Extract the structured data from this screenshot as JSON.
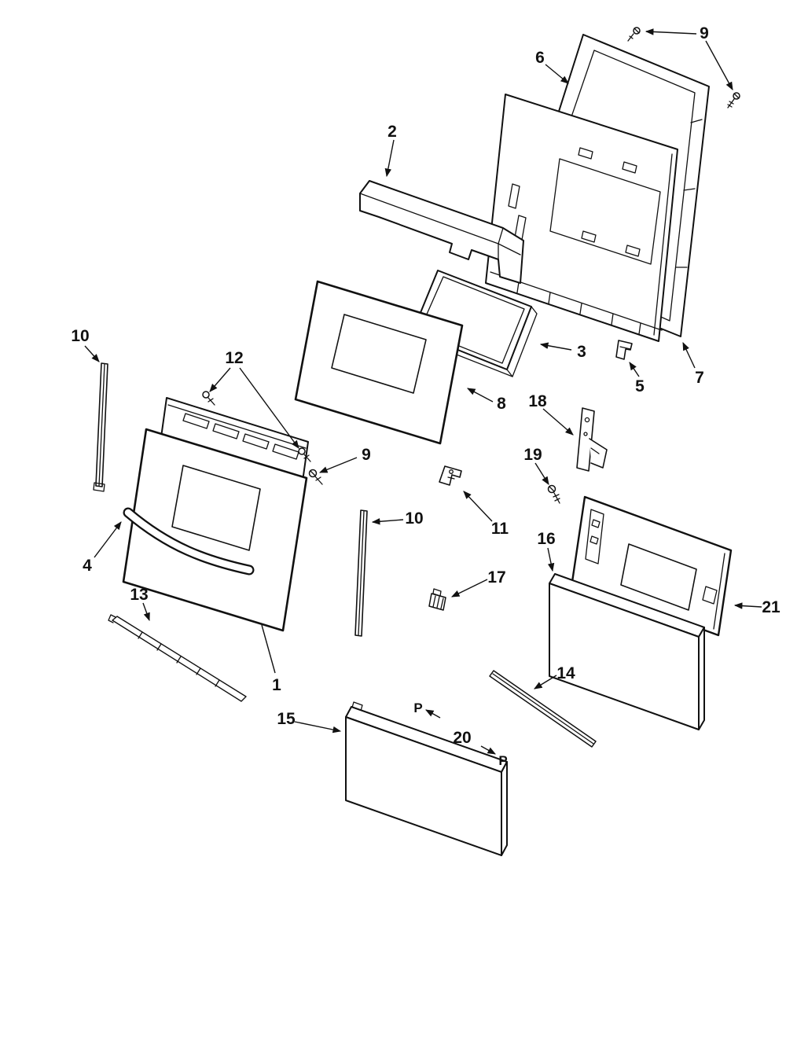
{
  "diagram": {
    "type": "exploded-parts-diagram",
    "background": "#ffffff",
    "line_color": "#111111"
  },
  "callouts": {
    "c9_top": "9",
    "c6": "6",
    "c2": "2",
    "c3": "3",
    "c5": "5",
    "c7": "7",
    "c10_left": "10",
    "c12": "12",
    "c9_mid": "9",
    "c8": "8",
    "c18": "18",
    "c19": "19",
    "c11": "11",
    "c16": "16",
    "c4": "4",
    "c10_mid": "10",
    "c17": "17",
    "c13": "13",
    "c21": "21",
    "c1": "1",
    "c14": "14",
    "c15": "15",
    "c20": "20",
    "p_upper": "P",
    "p_lower": "P"
  }
}
